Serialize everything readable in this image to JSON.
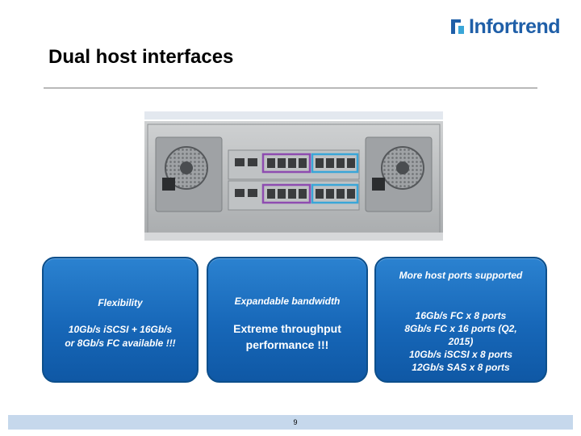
{
  "brand": {
    "logo_text": "Infortrend"
  },
  "slide": {
    "title": "Dual host interfaces",
    "page_number": "9"
  },
  "boxes": [
    {
      "title": "Flexibility",
      "lines": [
        "10Gb/s iSCSI + 16Gb/s",
        "or 8Gb/s FC available !!!"
      ]
    },
    {
      "title": "Expandable bandwidth",
      "lines": [
        "Extreme throughput",
        "performance !!!"
      ]
    },
    {
      "title": "More host  ports supported",
      "lines": [
        "16Gb/s FC x 8 ports",
        "8Gb/s FC x 16 ports (Q2,",
        "2015)",
        "10Gb/s iSCSI  x 8 ports",
        "12Gb/s SAS x 8 ports"
      ]
    }
  ],
  "colors": {
    "accent": "#1767b8",
    "port_group_1": "#8e4cb0",
    "port_group_2": "#3aa6d8"
  }
}
